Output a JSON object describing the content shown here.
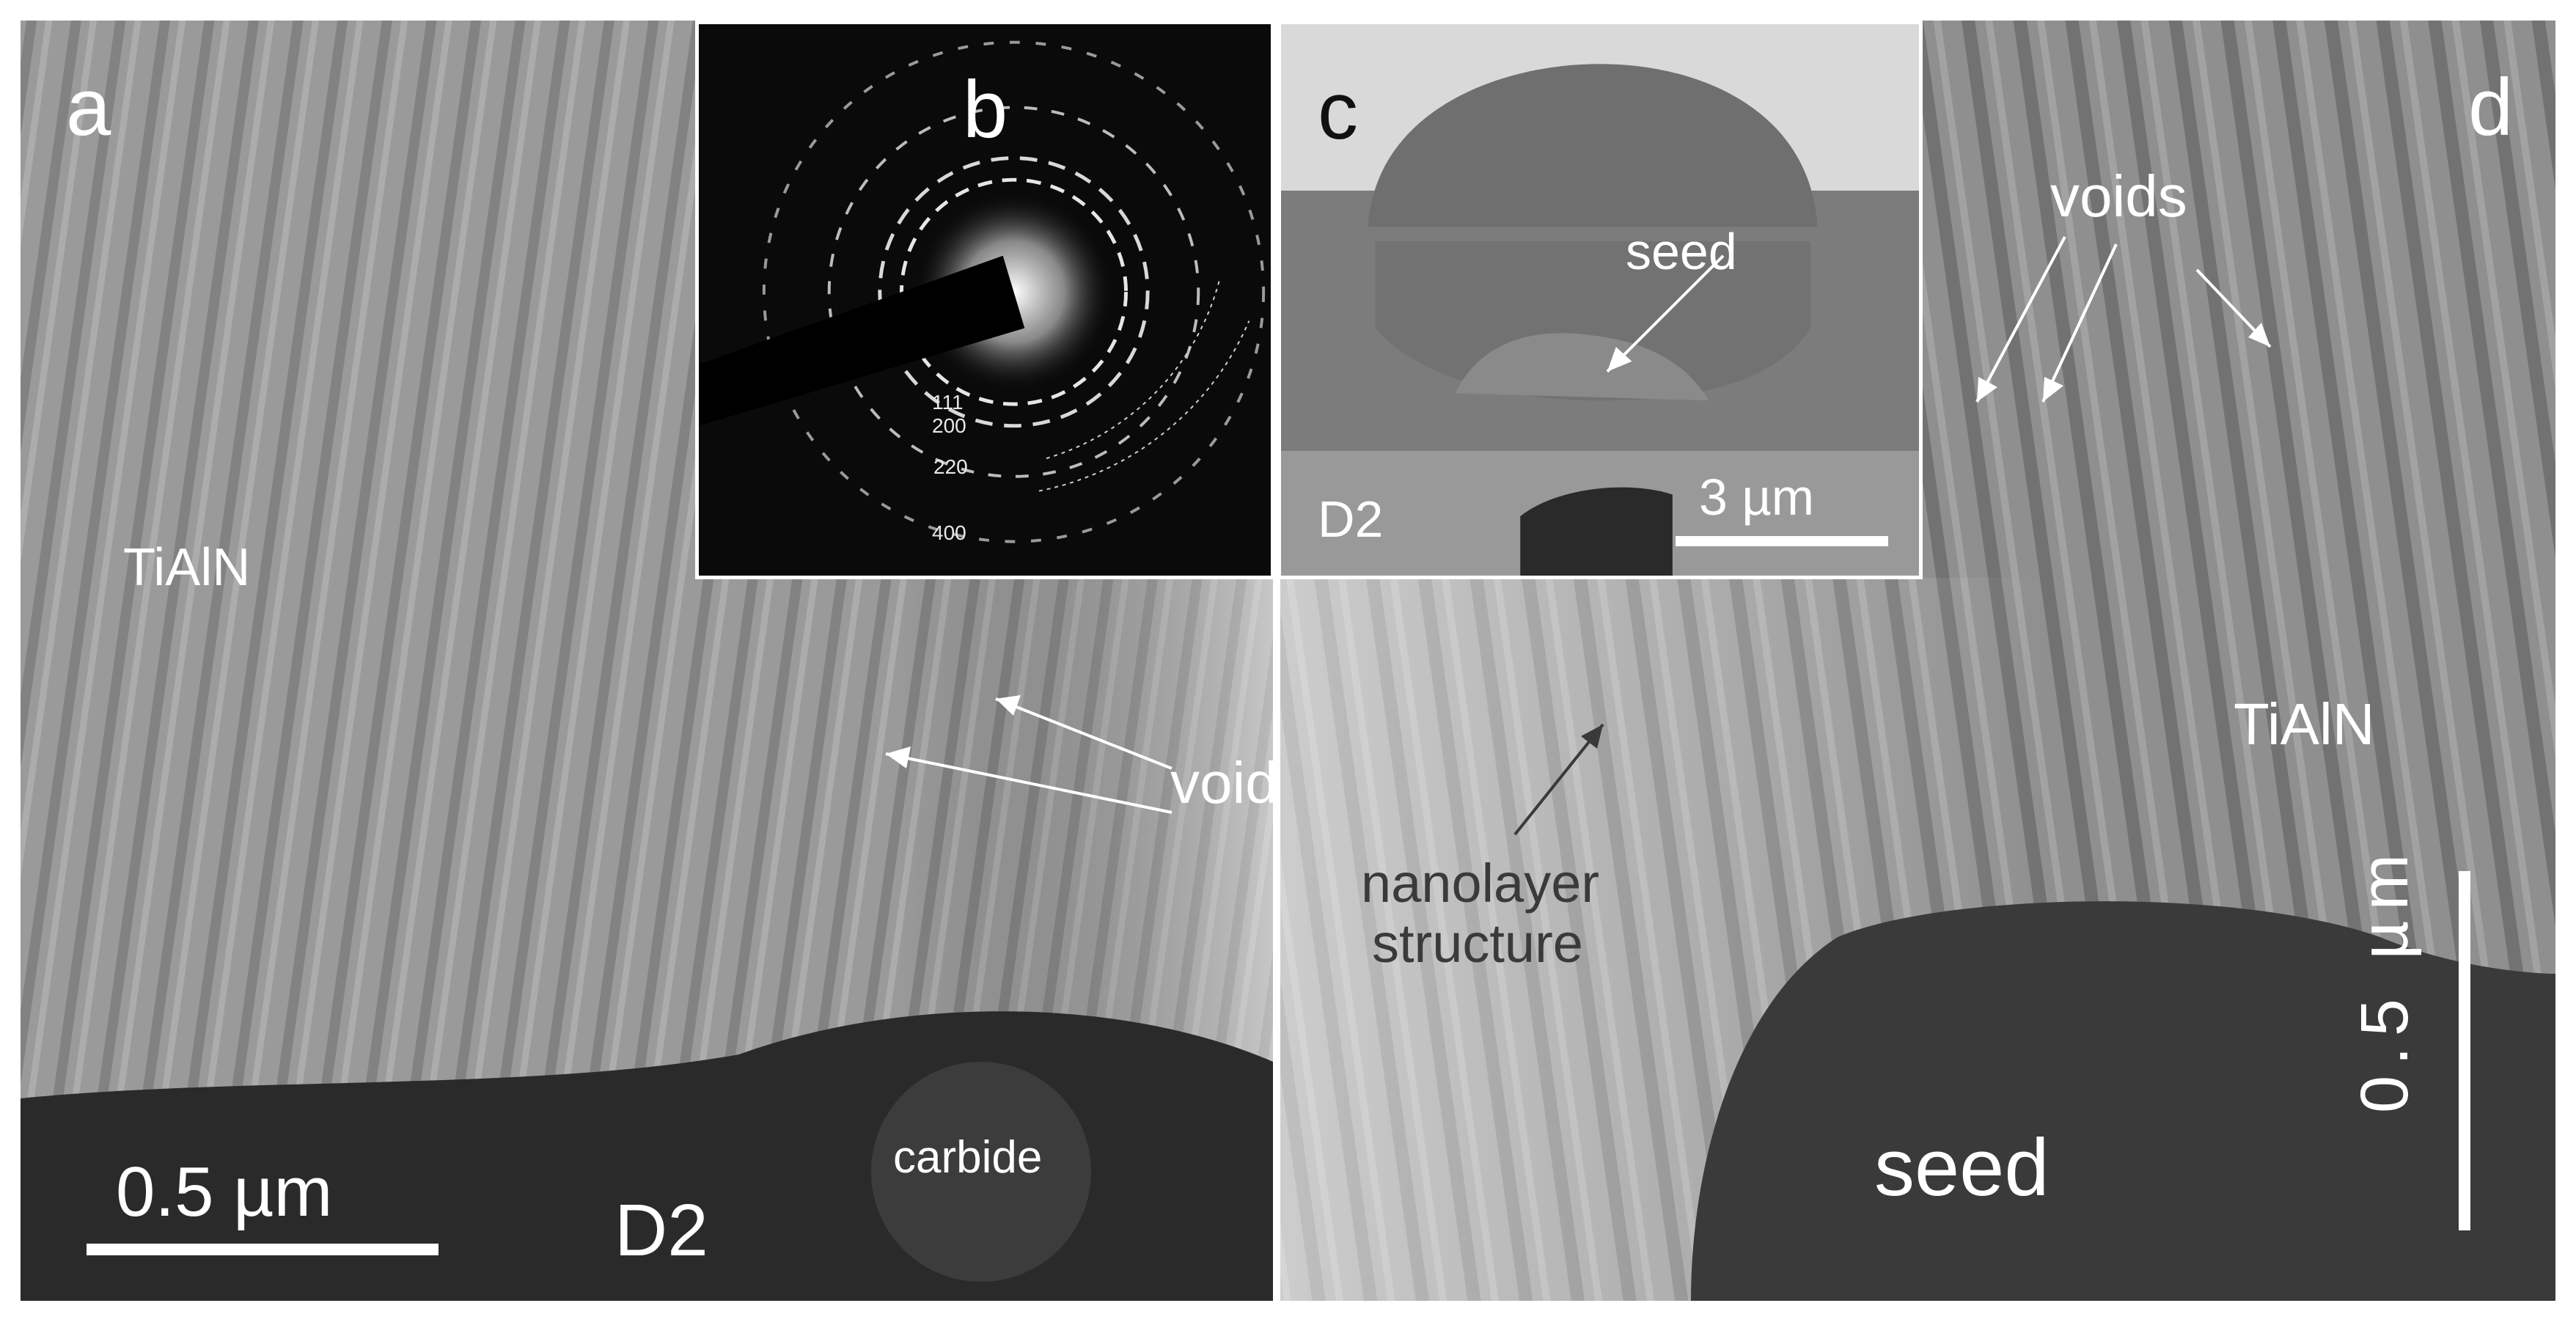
{
  "panels": {
    "a": {
      "letter": "a",
      "material": "TiAlN",
      "voids": "voids",
      "carbide": "carbide",
      "substrate": "D2",
      "scale": "0.5 µm"
    },
    "b": {
      "letter": "b",
      "rings": [
        "111",
        "200",
        "220",
        "400"
      ]
    },
    "c": {
      "letter": "c",
      "seed": "seed",
      "substrate": "D2",
      "scale": "3 µm"
    },
    "d": {
      "letter": "d",
      "voids": "voids",
      "material": "TiAlN",
      "nanolayer_line1": "nanolayer",
      "nanolayer_line2": "structure",
      "seed": "seed",
      "scale": "0.5 µm"
    }
  },
  "colors": {
    "label": "#ffffff",
    "annotation_dark": "#3a3a3a"
  }
}
